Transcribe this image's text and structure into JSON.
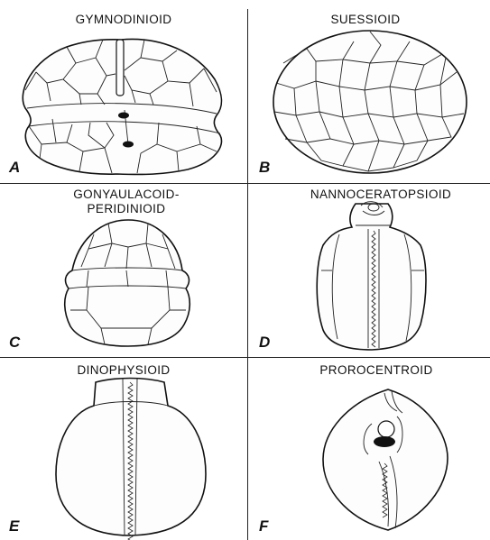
{
  "panels": [
    {
      "letter": "A",
      "title": "GYMNODINIOID"
    },
    {
      "letter": "B",
      "title": "SUESSIOID"
    },
    {
      "letter": "C",
      "title": "GONYAULACOID-\nPERIDINIOID"
    },
    {
      "letter": "D",
      "title": "NANNOCERATOPSIOID"
    },
    {
      "letter": "E",
      "title": "DINOPHYSIOID"
    },
    {
      "letter": "F",
      "title": "PROROCENTROID"
    }
  ]
}
